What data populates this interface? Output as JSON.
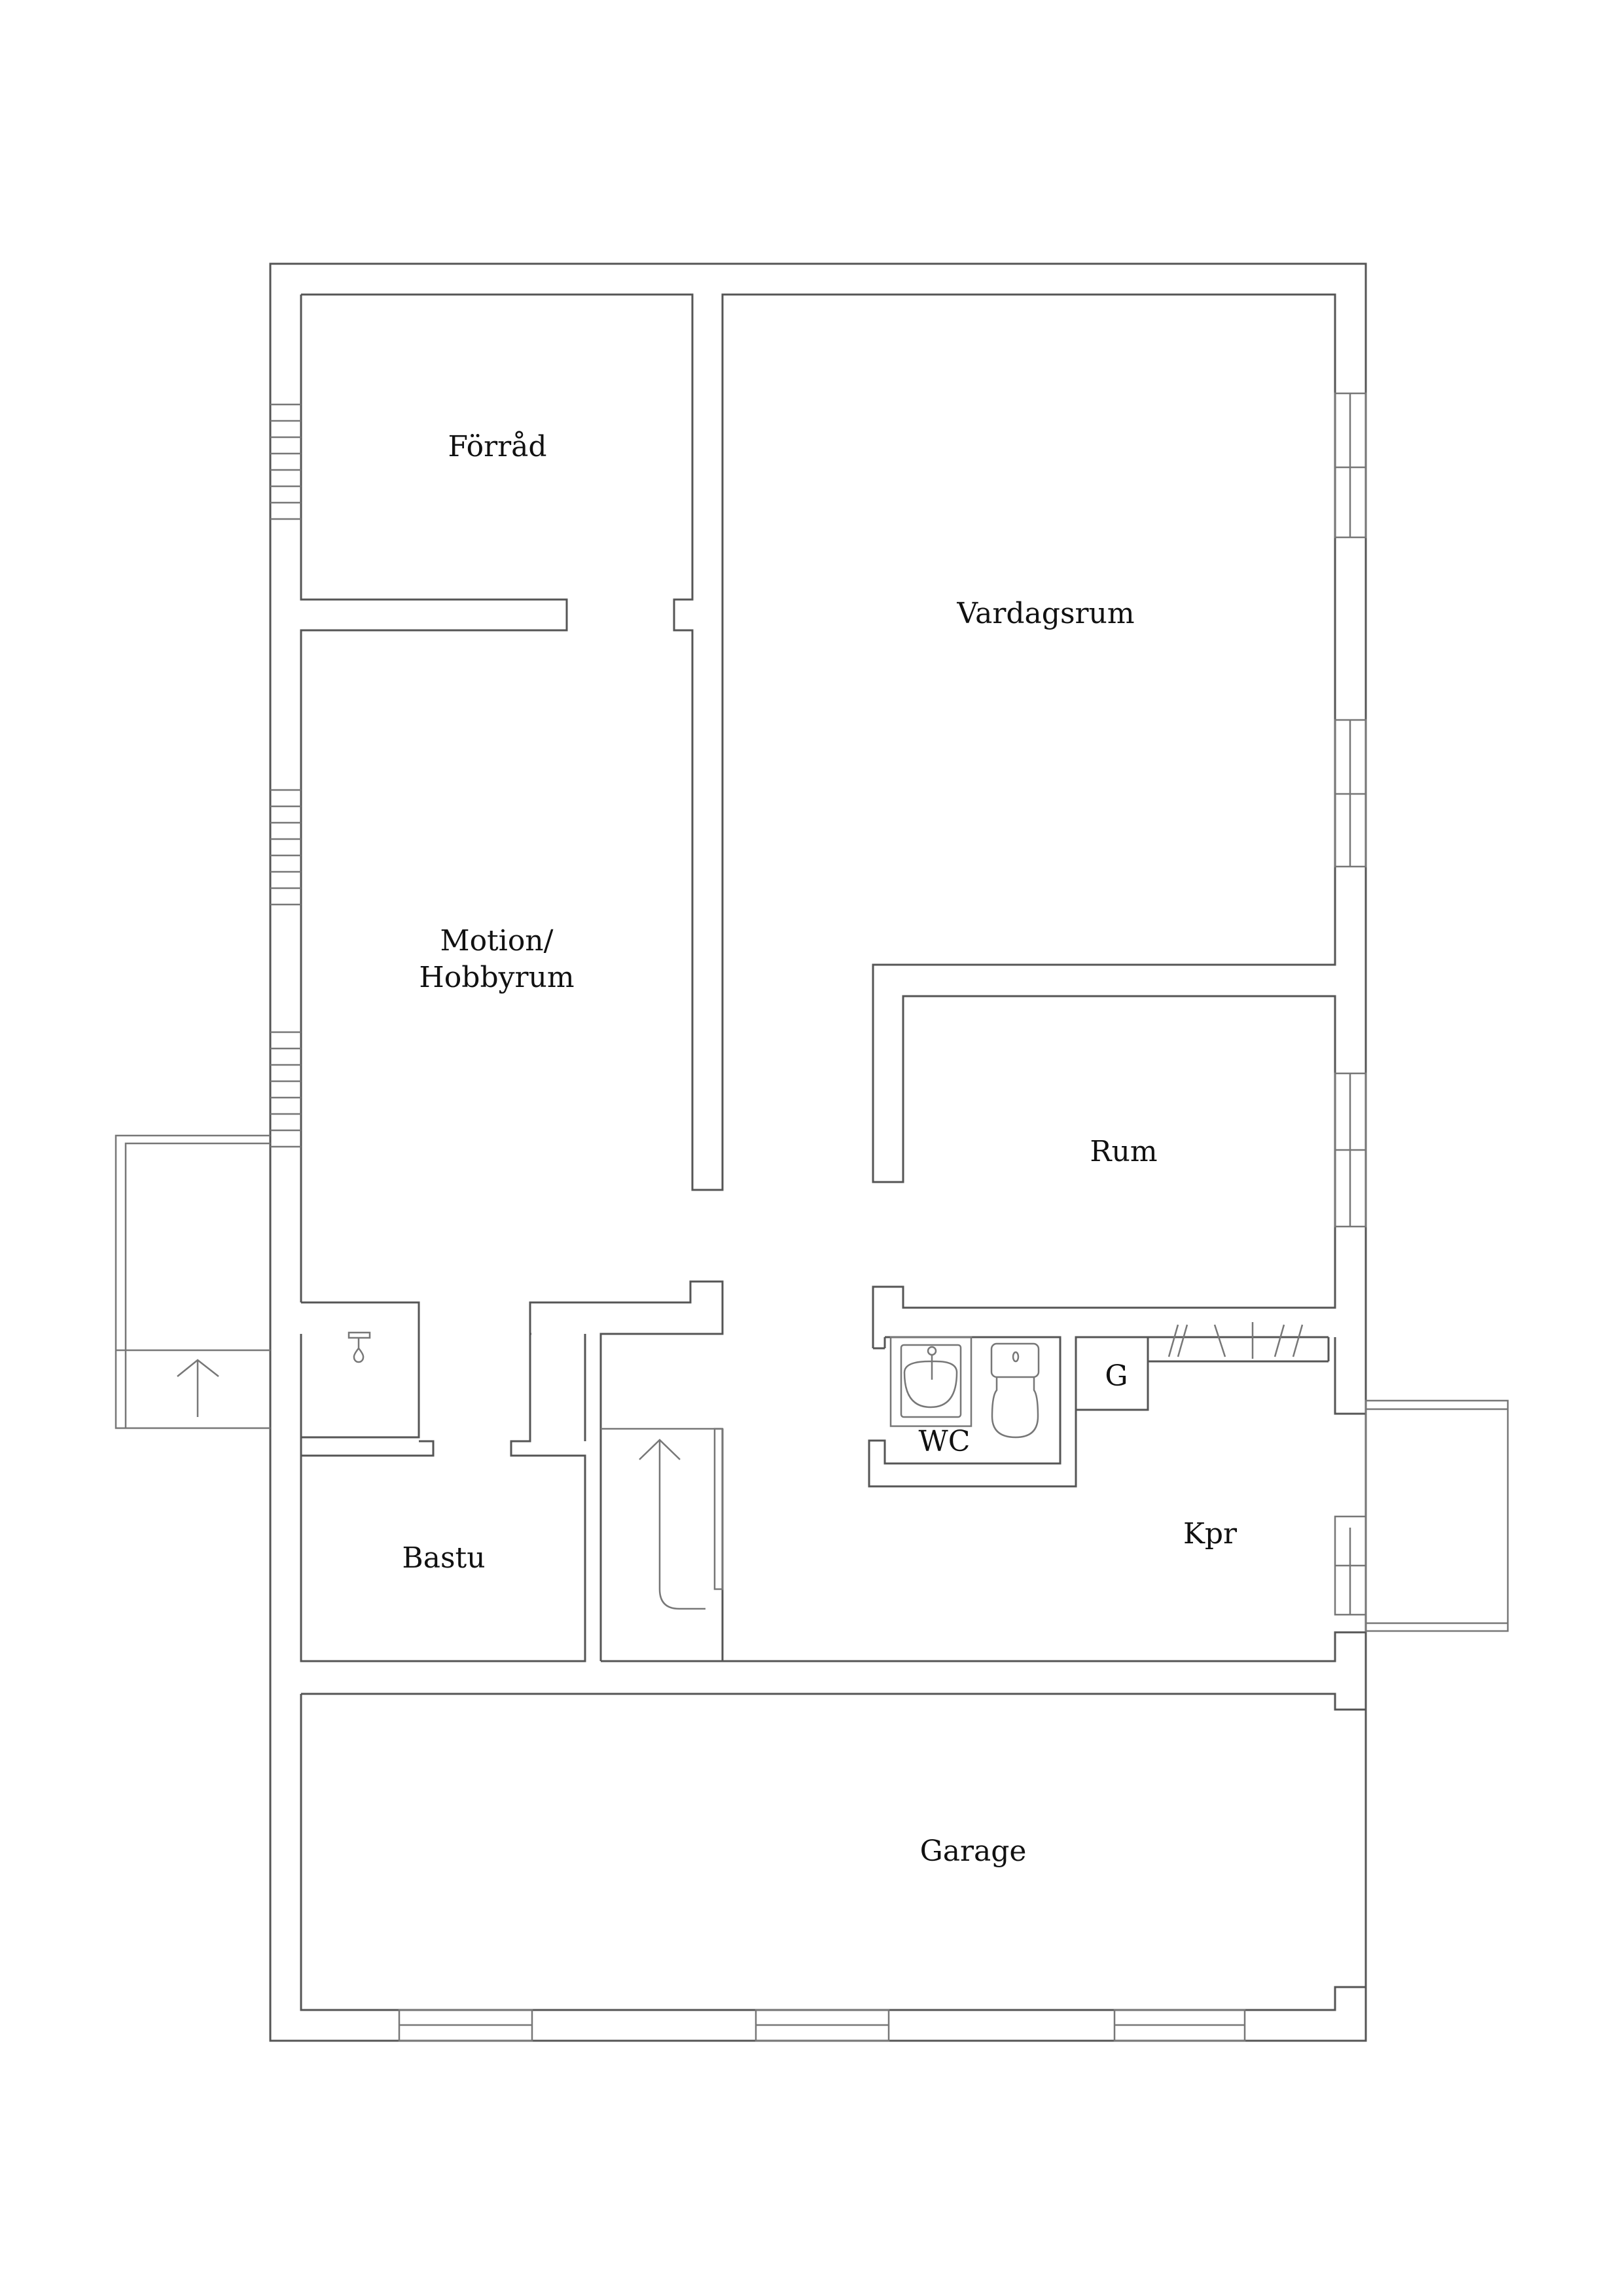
{
  "plan": {
    "type": "floor-plan",
    "line_color": "#555555",
    "background": "#ffffff"
  },
  "rooms": {
    "forrad": "Förråd",
    "vardagsrum": "Vardagsrum",
    "motion_line1": "Motion/",
    "motion_line2": "Hobbyrum",
    "rum": "Rum",
    "wc": "WC",
    "g": "G",
    "kpr": "Kpr",
    "bastu": "Bastu",
    "garage": "Garage"
  },
  "icons": [
    "stairs-arrow-up-icon",
    "shower-icon",
    "washbasin-icon",
    "toilet-icon",
    "window-icon"
  ]
}
